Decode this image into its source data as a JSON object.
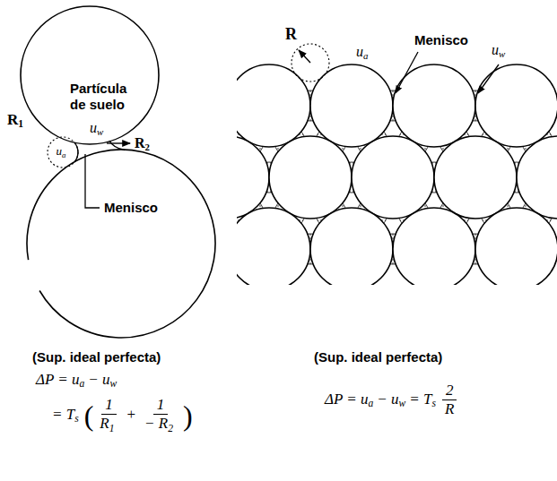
{
  "diagram": {
    "nodes": [
      {
        "text": [
          "Partícula de suelo"
        ]
      }
    ],
    "labels": [
      "R",
      "1",
      "u",
      "a",
      "u",
      "w",
      "R",
      "2",
      "Menisco",
      "(Sup. ideal perfecta)",
      "ΔP = u",
      "a",
      "− u",
      "w",
      "= T",
      "s",
      "(",
      "1",
      "R",
      "1",
      "+",
      "1",
      "− R",
      "2",
      ")",
      "R",
      "u",
      "a",
      "Menisco",
      "u",
      "w",
      "(Sup. ideal perfecta)",
      "ΔP = u",
      "a",
      "− u",
      "w",
      "= T",
      "s",
      "2",
      "R"
    ]
  }
}
